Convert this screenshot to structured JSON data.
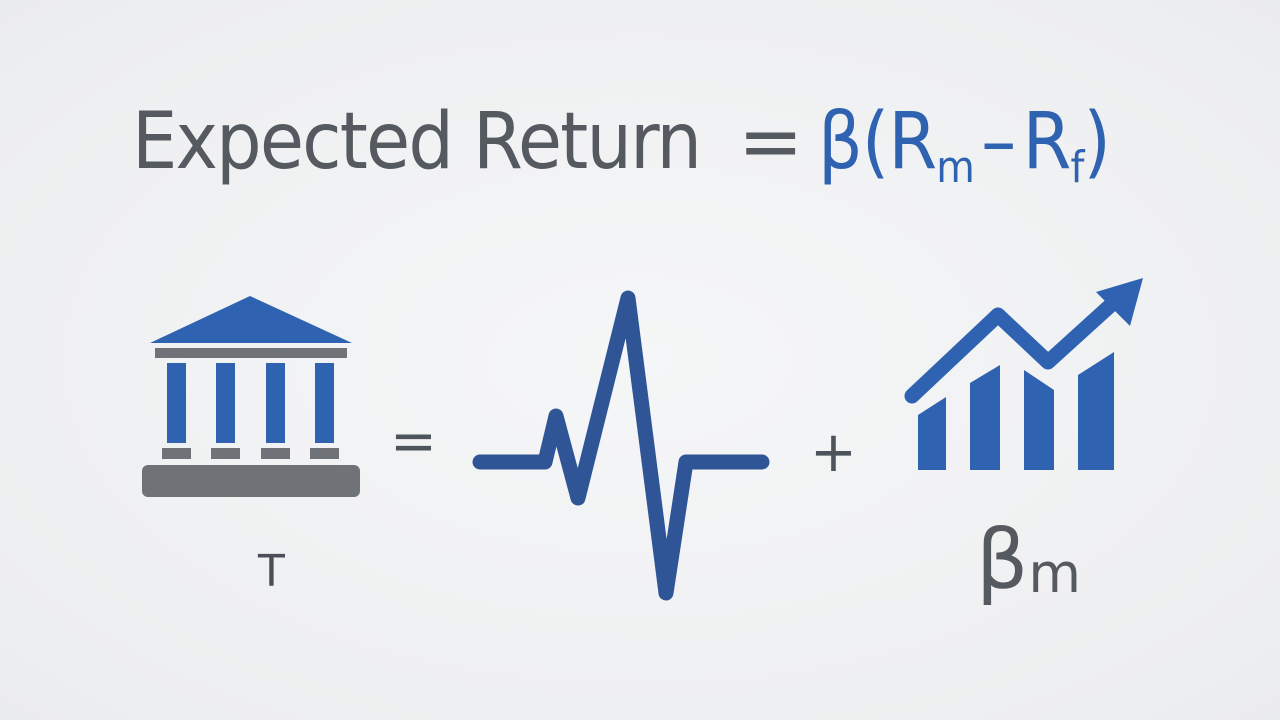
{
  "equation": {
    "lhs": "Expected Return",
    "equals": "=",
    "beta": "β",
    "open_paren": "(",
    "r_m": "R",
    "r_m_sub": "m",
    "minus": "–",
    "r_f": "R",
    "r_f_sub": "f",
    "close_paren": ")"
  },
  "operators": {
    "equals": "=",
    "plus": "+"
  },
  "icons": [
    "bank-icon",
    "heartbeat-line-icon",
    "growth-bar-chart-icon"
  ],
  "labels": {
    "bank": "T",
    "beta": "β",
    "beta_sub": "m"
  },
  "colors": {
    "blue": "#2f62b0",
    "dark_blue": "#2f5597",
    "gray": "#555a60",
    "light_gray": "#6f7377",
    "background": "#f1f2f3"
  }
}
